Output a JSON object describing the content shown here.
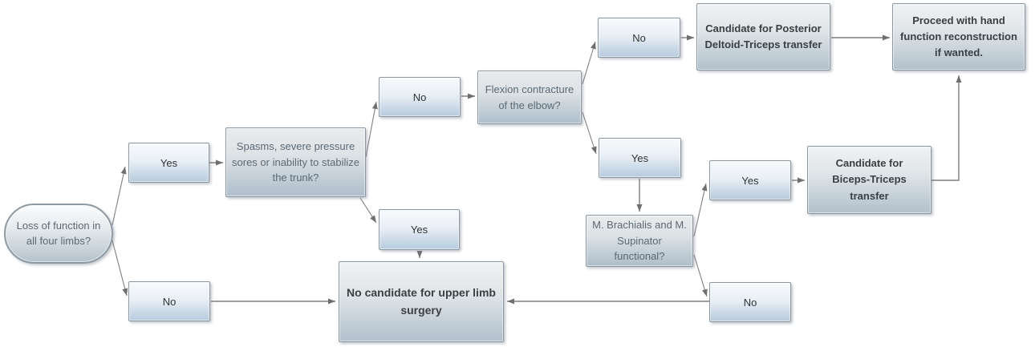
{
  "diagram": {
    "nodes": [
      {
        "id": "loss-of-function",
        "shape": "oval",
        "label": "Loss of function in all four limbs?"
      },
      {
        "id": "yes-left",
        "shape": "box-small",
        "label": "Yes"
      },
      {
        "id": "no-bottom-left",
        "shape": "box-small",
        "label": "No"
      },
      {
        "id": "spasms",
        "shape": "box-question",
        "label": "Spasms, severe pressure sores or inability to stabilize the trunk?"
      },
      {
        "id": "no-mid",
        "shape": "box-small",
        "label": "No"
      },
      {
        "id": "yes-mid",
        "shape": "box-small",
        "label": "Yes"
      },
      {
        "id": "flexion",
        "shape": "box-question",
        "label": "Flexion contracture of the elbow?"
      },
      {
        "id": "no-top-right",
        "shape": "box-small",
        "label": "No"
      },
      {
        "id": "yes-right",
        "shape": "box-small",
        "label": "Yes"
      },
      {
        "id": "brachialis",
        "shape": "box-question",
        "label": "M. Brachialis and M. Supinator functional?"
      },
      {
        "id": "yes-far-right",
        "shape": "box-small",
        "label": "Yes"
      },
      {
        "id": "no-bottom-right",
        "shape": "box-small",
        "label": "No"
      },
      {
        "id": "cand-posterior",
        "shape": "box-outcome",
        "label": "Candidate for Posterior Deltoid-Triceps transfer"
      },
      {
        "id": "proceed",
        "shape": "box-outcome",
        "label": "Proceed with hand function reconstruction if wanted."
      },
      {
        "id": "cand-biceps",
        "shape": "box-outcome",
        "label": "Candidate for Biceps-Triceps transfer"
      },
      {
        "id": "no-candidate",
        "shape": "box-outcome",
        "label": "No candidate for upper limb surgery"
      }
    ],
    "edges": [
      {
        "id": "e1",
        "from": "loss-of-function",
        "to": "yes-left"
      },
      {
        "id": "e2",
        "from": "loss-of-function",
        "to": "no-bottom-left"
      },
      {
        "id": "e3",
        "from": "yes-left",
        "to": "spasms"
      },
      {
        "id": "e4",
        "from": "spasms",
        "to": "no-mid"
      },
      {
        "id": "e5",
        "from": "spasms",
        "to": "yes-mid"
      },
      {
        "id": "e6",
        "from": "no-mid",
        "to": "flexion"
      },
      {
        "id": "e7",
        "from": "flexion",
        "to": "no-top-right"
      },
      {
        "id": "e8",
        "from": "flexion",
        "to": "yes-right"
      },
      {
        "id": "e9",
        "from": "no-top-right",
        "to": "cand-posterior"
      },
      {
        "id": "e10",
        "from": "cand-posterior",
        "to": "proceed"
      },
      {
        "id": "e11",
        "from": "yes-right",
        "to": "brachialis"
      },
      {
        "id": "e12",
        "from": "brachialis",
        "to": "yes-far-right"
      },
      {
        "id": "e13",
        "from": "brachialis",
        "to": "no-bottom-right"
      },
      {
        "id": "e14",
        "from": "yes-far-right",
        "to": "cand-biceps"
      },
      {
        "id": "e15",
        "from": "cand-biceps",
        "to": "proceed"
      },
      {
        "id": "e16",
        "from": "yes-mid",
        "to": "no-candidate"
      },
      {
        "id": "e17",
        "from": "no-bottom-left",
        "to": "no-candidate"
      },
      {
        "id": "e18",
        "from": "no-bottom-right",
        "to": "no-candidate"
      }
    ],
    "palette": {
      "connector": "#7f7f7f",
      "box_border": "#8a96a0",
      "small_box_bottom": "#b6cbde",
      "question_box_bottom": "#aebecb",
      "outcome_box_bottom": "#b1c0cc",
      "text_dark": "#2f3438",
      "text_gray": "#5c6974"
    }
  }
}
